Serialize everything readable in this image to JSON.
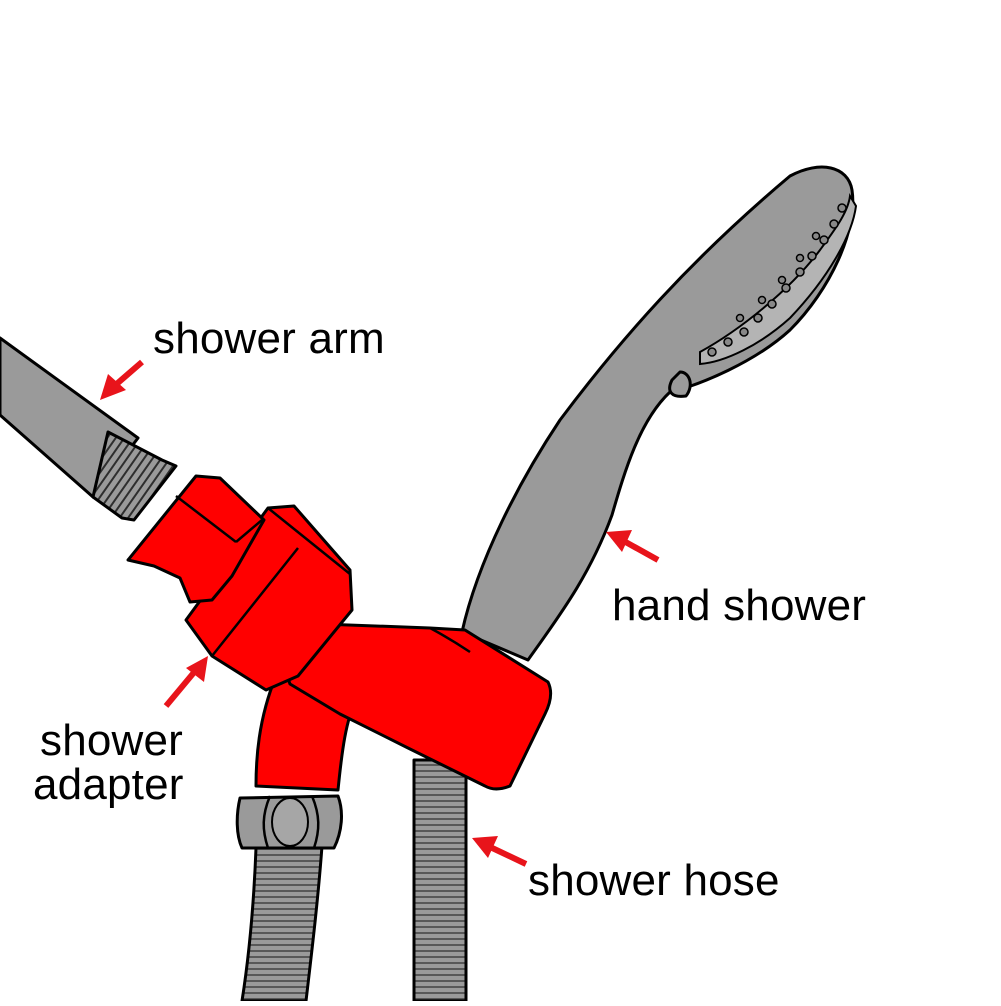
{
  "labels": {
    "shower_arm": "shower arm",
    "hand_shower": "hand shower",
    "shower_adapter_line1": "shower",
    "shower_adapter_line2": "adapter",
    "shower_hose": "shower hose"
  },
  "colors": {
    "adapter": "#ff0000",
    "arrow": "#e8141b",
    "metal": "#9a9a9a",
    "metal_light": "#b4b4b4",
    "outline": "#000000",
    "background": "#ffffff"
  }
}
